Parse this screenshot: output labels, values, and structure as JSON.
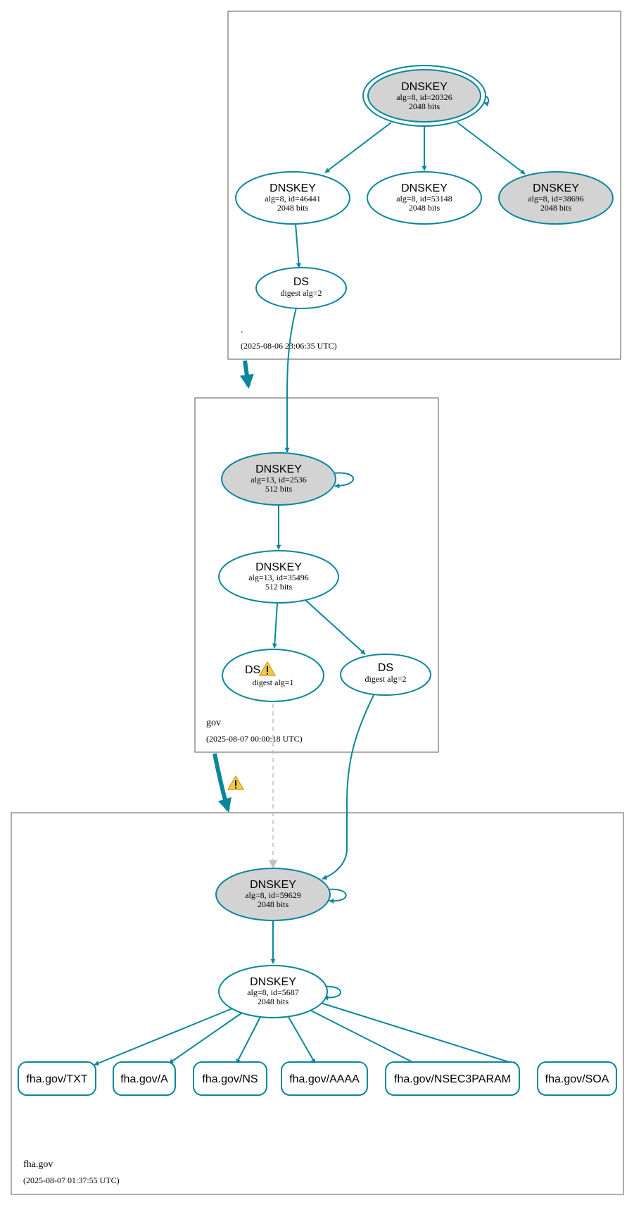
{
  "colors": {
    "accent": "#0a879a",
    "shaded": "#d3d3d3",
    "dashed": "#c0c0c0",
    "warning": "#f2c94c"
  },
  "zones": {
    "root": {
      "name": ".",
      "timestamp": "(2025-08-06 23:06:35 UTC)"
    },
    "gov": {
      "name": "gov",
      "timestamp": "(2025-08-07 00:00:18 UTC)"
    },
    "fha": {
      "name": "fha.gov",
      "timestamp": "(2025-08-07 01:37:55 UTC)"
    }
  },
  "nodes": {
    "root_ksk": {
      "title": "DNSKEY",
      "line1": "alg=8, id=20326",
      "line2": "2048 bits"
    },
    "root_zsk1": {
      "title": "DNSKEY",
      "line1": "alg=8, id=46441",
      "line2": "2048 bits"
    },
    "root_zsk2": {
      "title": "DNSKEY",
      "line1": "alg=8, id=53148",
      "line2": "2048 bits"
    },
    "root_zsk3": {
      "title": "DNSKEY",
      "line1": "alg=8, id=38696",
      "line2": "2048 bits"
    },
    "root_ds": {
      "title": "DS",
      "line1": "digest alg=2"
    },
    "gov_ksk": {
      "title": "DNSKEY",
      "line1": "alg=13, id=2536",
      "line2": "512 bits"
    },
    "gov_zsk": {
      "title": "DNSKEY",
      "line1": "alg=13, id=35496",
      "line2": "512 bits"
    },
    "gov_ds1": {
      "title": "DS",
      "line1": "digest alg=1",
      "icon": "warning-icon"
    },
    "gov_ds2": {
      "title": "DS",
      "line1": "digest alg=2"
    },
    "fha_ksk": {
      "title": "DNSKEY",
      "line1": "alg=8, id=59629",
      "line2": "2048 bits"
    },
    "fha_zsk": {
      "title": "DNSKEY",
      "line1": "alg=8, id=5687",
      "line2": "2048 bits"
    }
  },
  "records": [
    "fha.gov/TXT",
    "fha.gov/A",
    "fha.gov/NS",
    "fha.gov/AAAA",
    "fha.gov/NSEC3PARAM",
    "fha.gov/SOA"
  ],
  "delegation_warning_icon": "warning-icon"
}
